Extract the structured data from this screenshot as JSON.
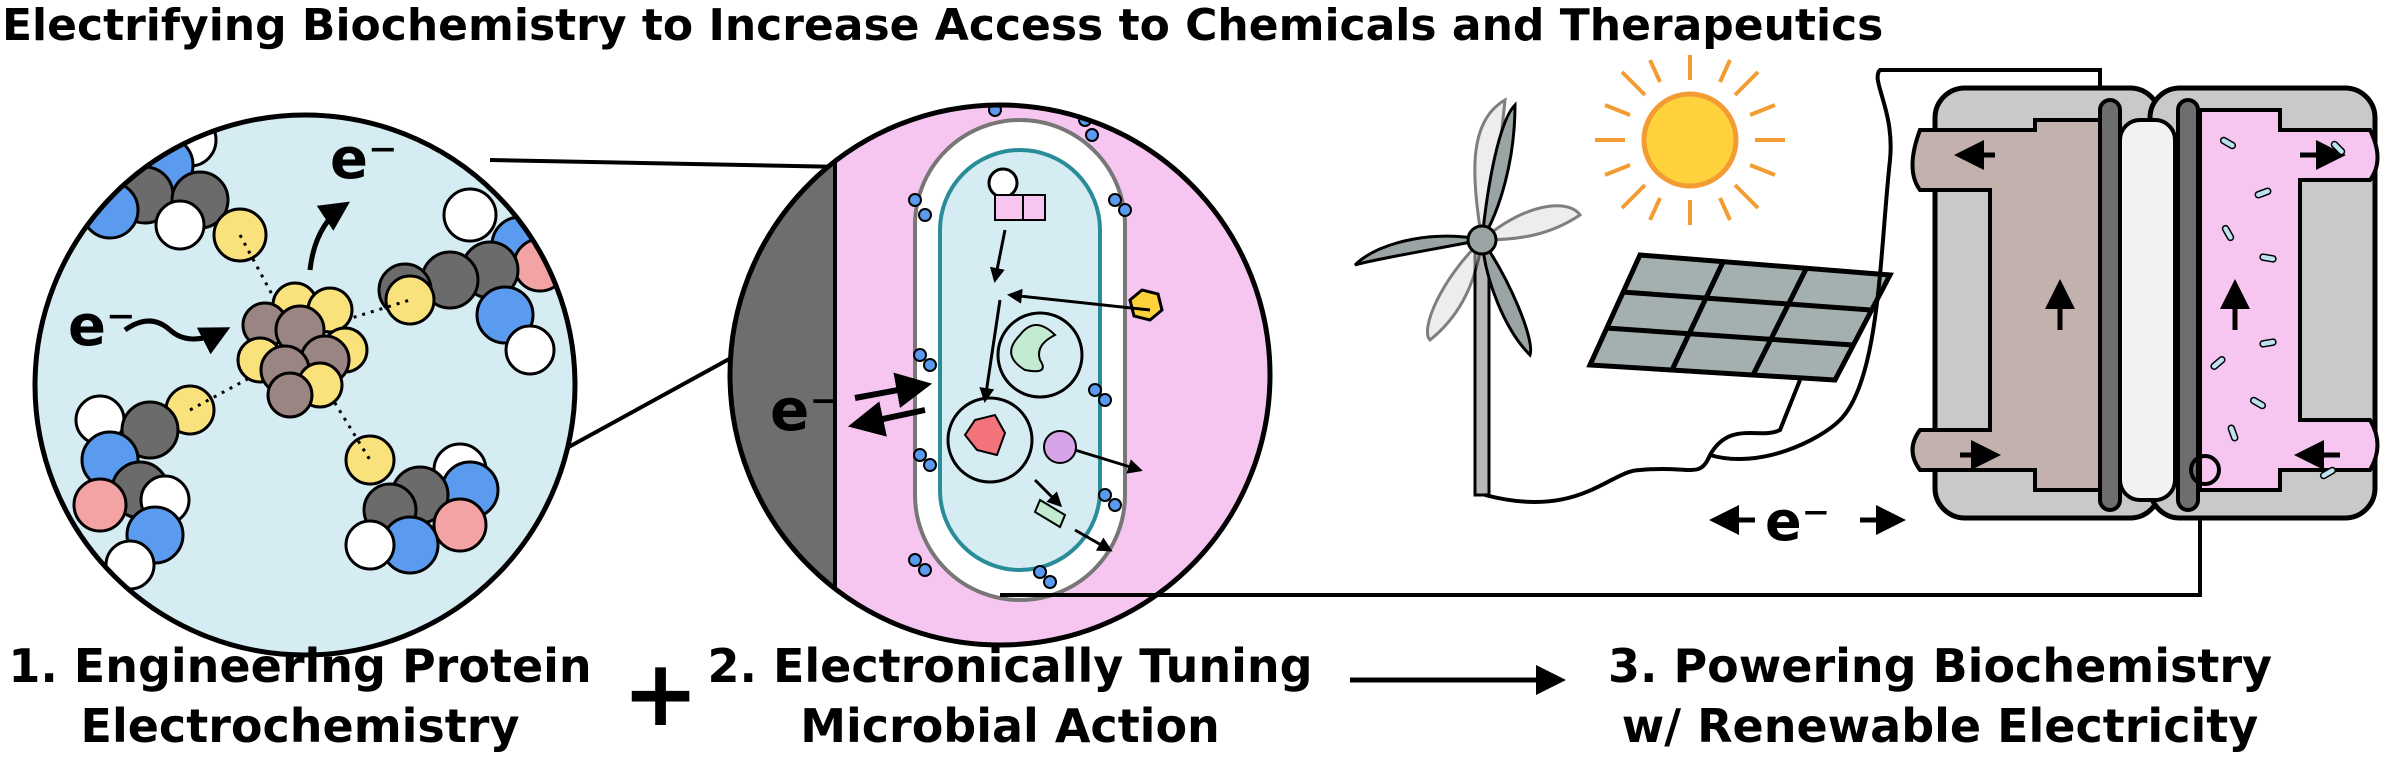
{
  "title": "Electrifying Biochemistry to Increase Access to Chemicals and Therapeutics",
  "electron_symbol": "e⁻",
  "steps": [
    {
      "line1": "1. Engineering Protein",
      "line2": "Electrochemistry"
    },
    {
      "line1": "2. Electronically Tuning",
      "line2": "Microbial Action"
    },
    {
      "line1": "3. Powering Biochemistry",
      "line2": "w/ Renewable Electricity"
    }
  ],
  "plus_sign": "+",
  "colors": {
    "protein_bg": "#d6ecf3",
    "cell_bg": "#f7c6f0",
    "electrode": "#6e6e6e",
    "reactor_gray": "#c9c9c9",
    "reactor_left_channel": "#c2b1ad",
    "reactor_right_channel": "#f7c6f0",
    "sun": "#ffd23c",
    "sun_rays": "#f39c34",
    "atom_blue": "#5a9bef",
    "atom_yellow": "#f9e27c",
    "atom_pink": "#f3a3a3",
    "atom_gray": "#6b6b6b",
    "cluster_brown": "#9b8583"
  },
  "icons": [
    "wind-turbine-icon",
    "solar-panel-icon",
    "sun-icon",
    "bioreactor-icon",
    "microbe-cell-icon",
    "protein-cluster-icon"
  ]
}
